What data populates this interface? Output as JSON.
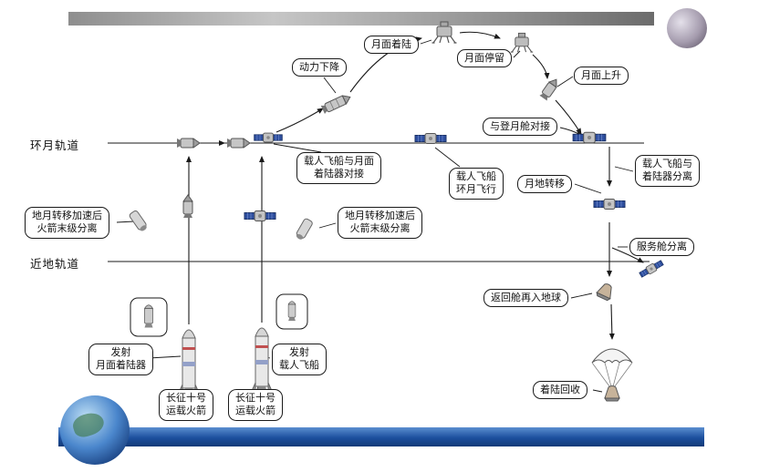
{
  "diagram": {
    "orbit_labels": {
      "lunar_orbit": "环月轨道",
      "earth_orbit": "近地轨道"
    },
    "labels": {
      "powered_descent": "动力下降",
      "lunar_landing": "月面着陆",
      "lunar_stay": "月面停留",
      "lunar_ascent": "月面上升",
      "dock_with_lunar_module": "与登月舱对接",
      "crew_dock_lander": "载人飞船与月面\n着陆器对接",
      "crew_lunar_orbit": "载人飞船\n环月飞行",
      "moon_earth_transfer": "月地转移",
      "crew_lander_separation": "载人飞船与\n着陆器分离",
      "stage_sep_left": "地月转移加速后\n火箭末级分离",
      "stage_sep_mid": "地月转移加速后\n火箭末级分离",
      "service_module_sep": "服务舱分离",
      "reentry": "返回舱再入地球",
      "landing_recovery": "着陆回收",
      "launch_lander": "发射\n月面着陆器",
      "launch_crew": "发射\n载人飞船",
      "rocket_label_left": "长征十号\n运载火箭",
      "rocket_label_right": "长征十号\n运载火箭"
    },
    "icons": {
      "moon": "moon-image",
      "earth": "earth-image",
      "launch_vehicle": "long-march-rocket-icon",
      "spent_stage": "spent-stage-icon",
      "crew_spacecraft": "solar-panel-spacecraft-icon",
      "lunar_lander": "lunar-lander-icon",
      "docked_stack": "docked-stack-icon",
      "return_capsule": "return-capsule-icon",
      "parachute": "parachute-icon"
    },
    "colors": {
      "panel_blue": "#2e4f9f",
      "orbit_line": "#1a1a1a",
      "bar_blue": "#1c4f9e",
      "bar_gray": "#8e8e8e",
      "capsule_tan": "#c7b39a"
    }
  }
}
